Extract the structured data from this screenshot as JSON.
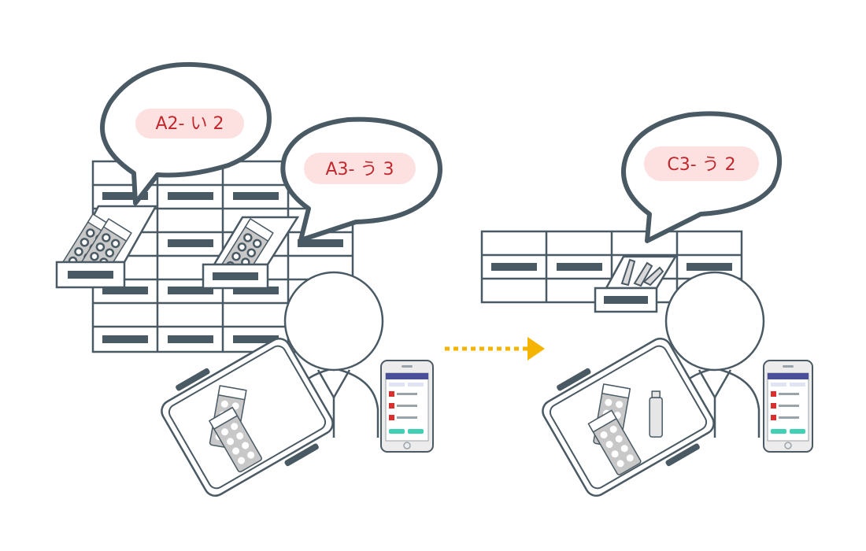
{
  "bubbles": {
    "left_a": {
      "text": "A2- い 2"
    },
    "left_b": {
      "text": "A3- う 3"
    },
    "right": {
      "text": "C3- う 2"
    }
  },
  "colors": {
    "stroke": "#4a5a64",
    "drawer_label": "#4a5a64",
    "bubble_pill": "#fde0e0",
    "bubble_text": "#c0282e",
    "pill_gray": "#c8c8c8",
    "arrow": "#f5b400",
    "phone_header": "#4a4f9a",
    "phone_button": "#3fd1b5",
    "phone_icon": "#d9302f"
  },
  "icons": {
    "pill_pack": "blister-pack-icon",
    "phone": "smartphone-icon",
    "tray": "medicine-tray-icon"
  }
}
